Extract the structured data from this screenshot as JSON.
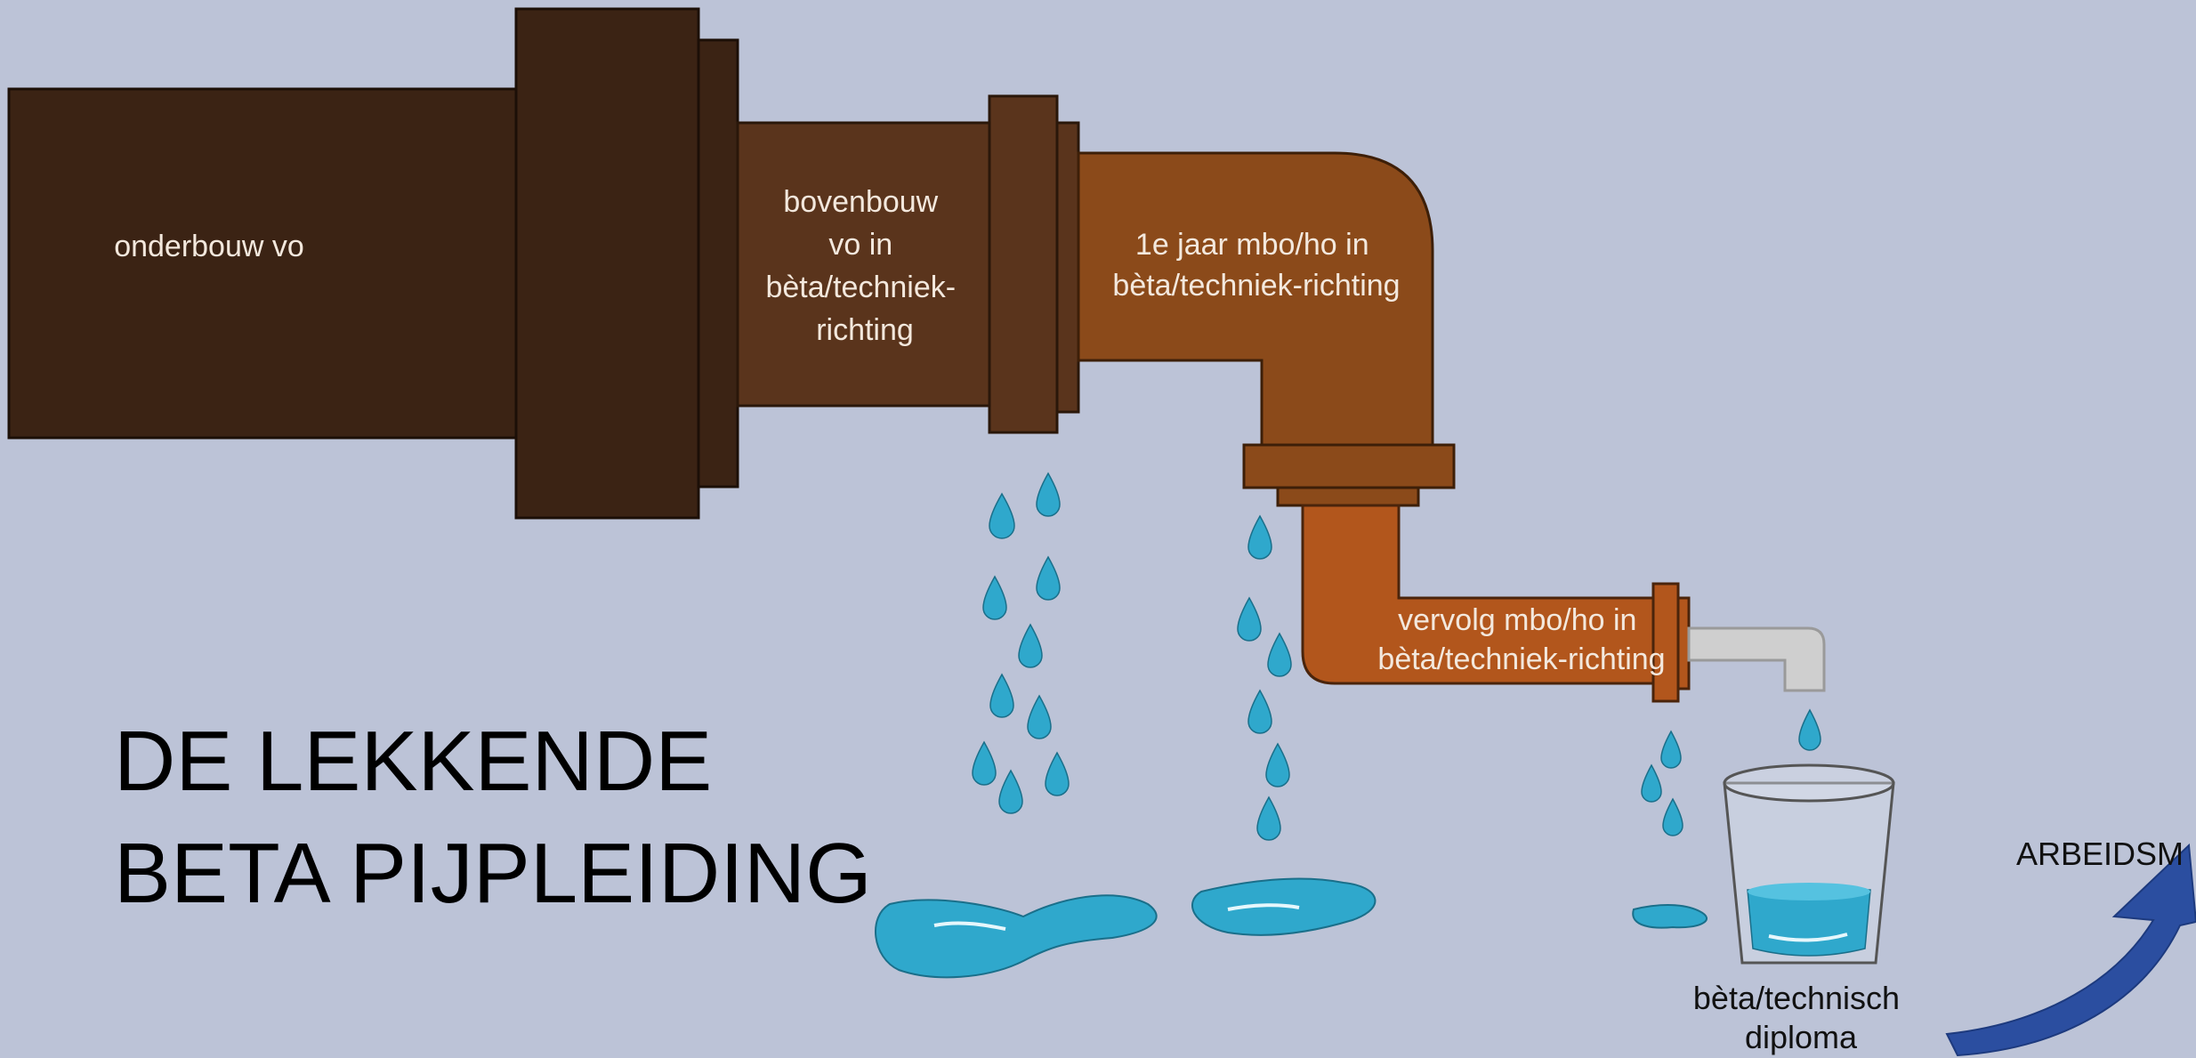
{
  "title": {
    "line1": "DE LEKKENDE",
    "line2": "BETA PIJPLEIDING"
  },
  "segments": [
    {
      "id": "onderbouw",
      "lines": [
        "onderbouw vo"
      ]
    },
    {
      "id": "bovenbouw",
      "lines": [
        "bovenbouw",
        "vo in",
        "bèta/techniek-",
        "richting"
      ]
    },
    {
      "id": "eerste-jaar",
      "lines": [
        "1e jaar mbo/ho in",
        "bèta/techniek-richting"
      ]
    },
    {
      "id": "vervolg",
      "lines": [
        "vervolg mbo/ho in",
        "bèta/techniek-richting"
      ]
    }
  ],
  "diploma_label": {
    "line1": "bèta/technisch",
    "line2": "diploma"
  },
  "arbeidsmarkt_label": "ARBEIDSM",
  "colors": {
    "background": "#bcc3d7",
    "pipe_onderbouw": "#3b2314",
    "pipe_bovenbouw": "#5a341c",
    "pipe_eerste_jaar": "#8b4a1a",
    "pipe_vervolg": "#b2561c",
    "tap": "#cfcfcf",
    "water": "#2fa8cc",
    "arrow": "#2b4ea0"
  }
}
